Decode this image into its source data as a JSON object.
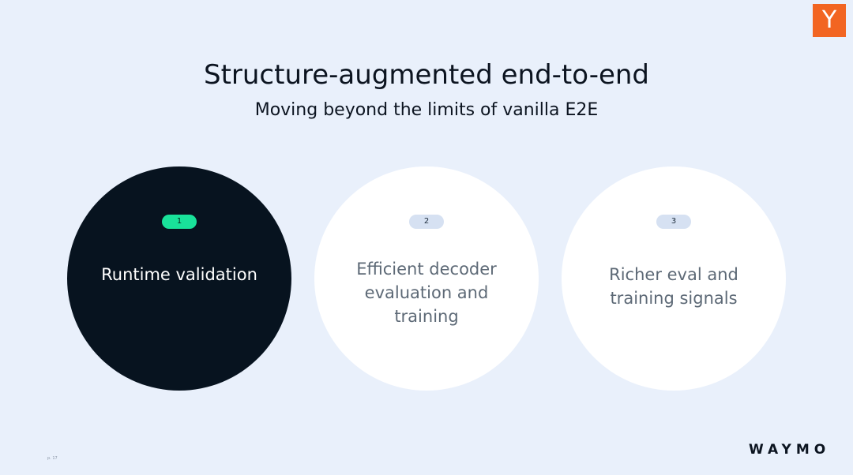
{
  "logo": {
    "text": "Y",
    "color": "#f26522"
  },
  "title": "Structure-augmented end-to-end",
  "subtitle": "Moving beyond the limits of vanilla E2E",
  "items": [
    {
      "number": "1",
      "text": "Runtime validation",
      "active": true
    },
    {
      "number": "2",
      "text": "Efficient decoder evaluation and training",
      "active": false
    },
    {
      "number": "3",
      "text": "Richer eval and training signals",
      "active": false
    }
  ],
  "brand": "WAYMO",
  "page_number": "p. 17",
  "colors": {
    "background": "#e9f0fb",
    "active_circle": "#07131f",
    "active_pill": "#19e29a",
    "inactive_pill": "#d6e1f2",
    "inactive_text": "#5d6976"
  }
}
